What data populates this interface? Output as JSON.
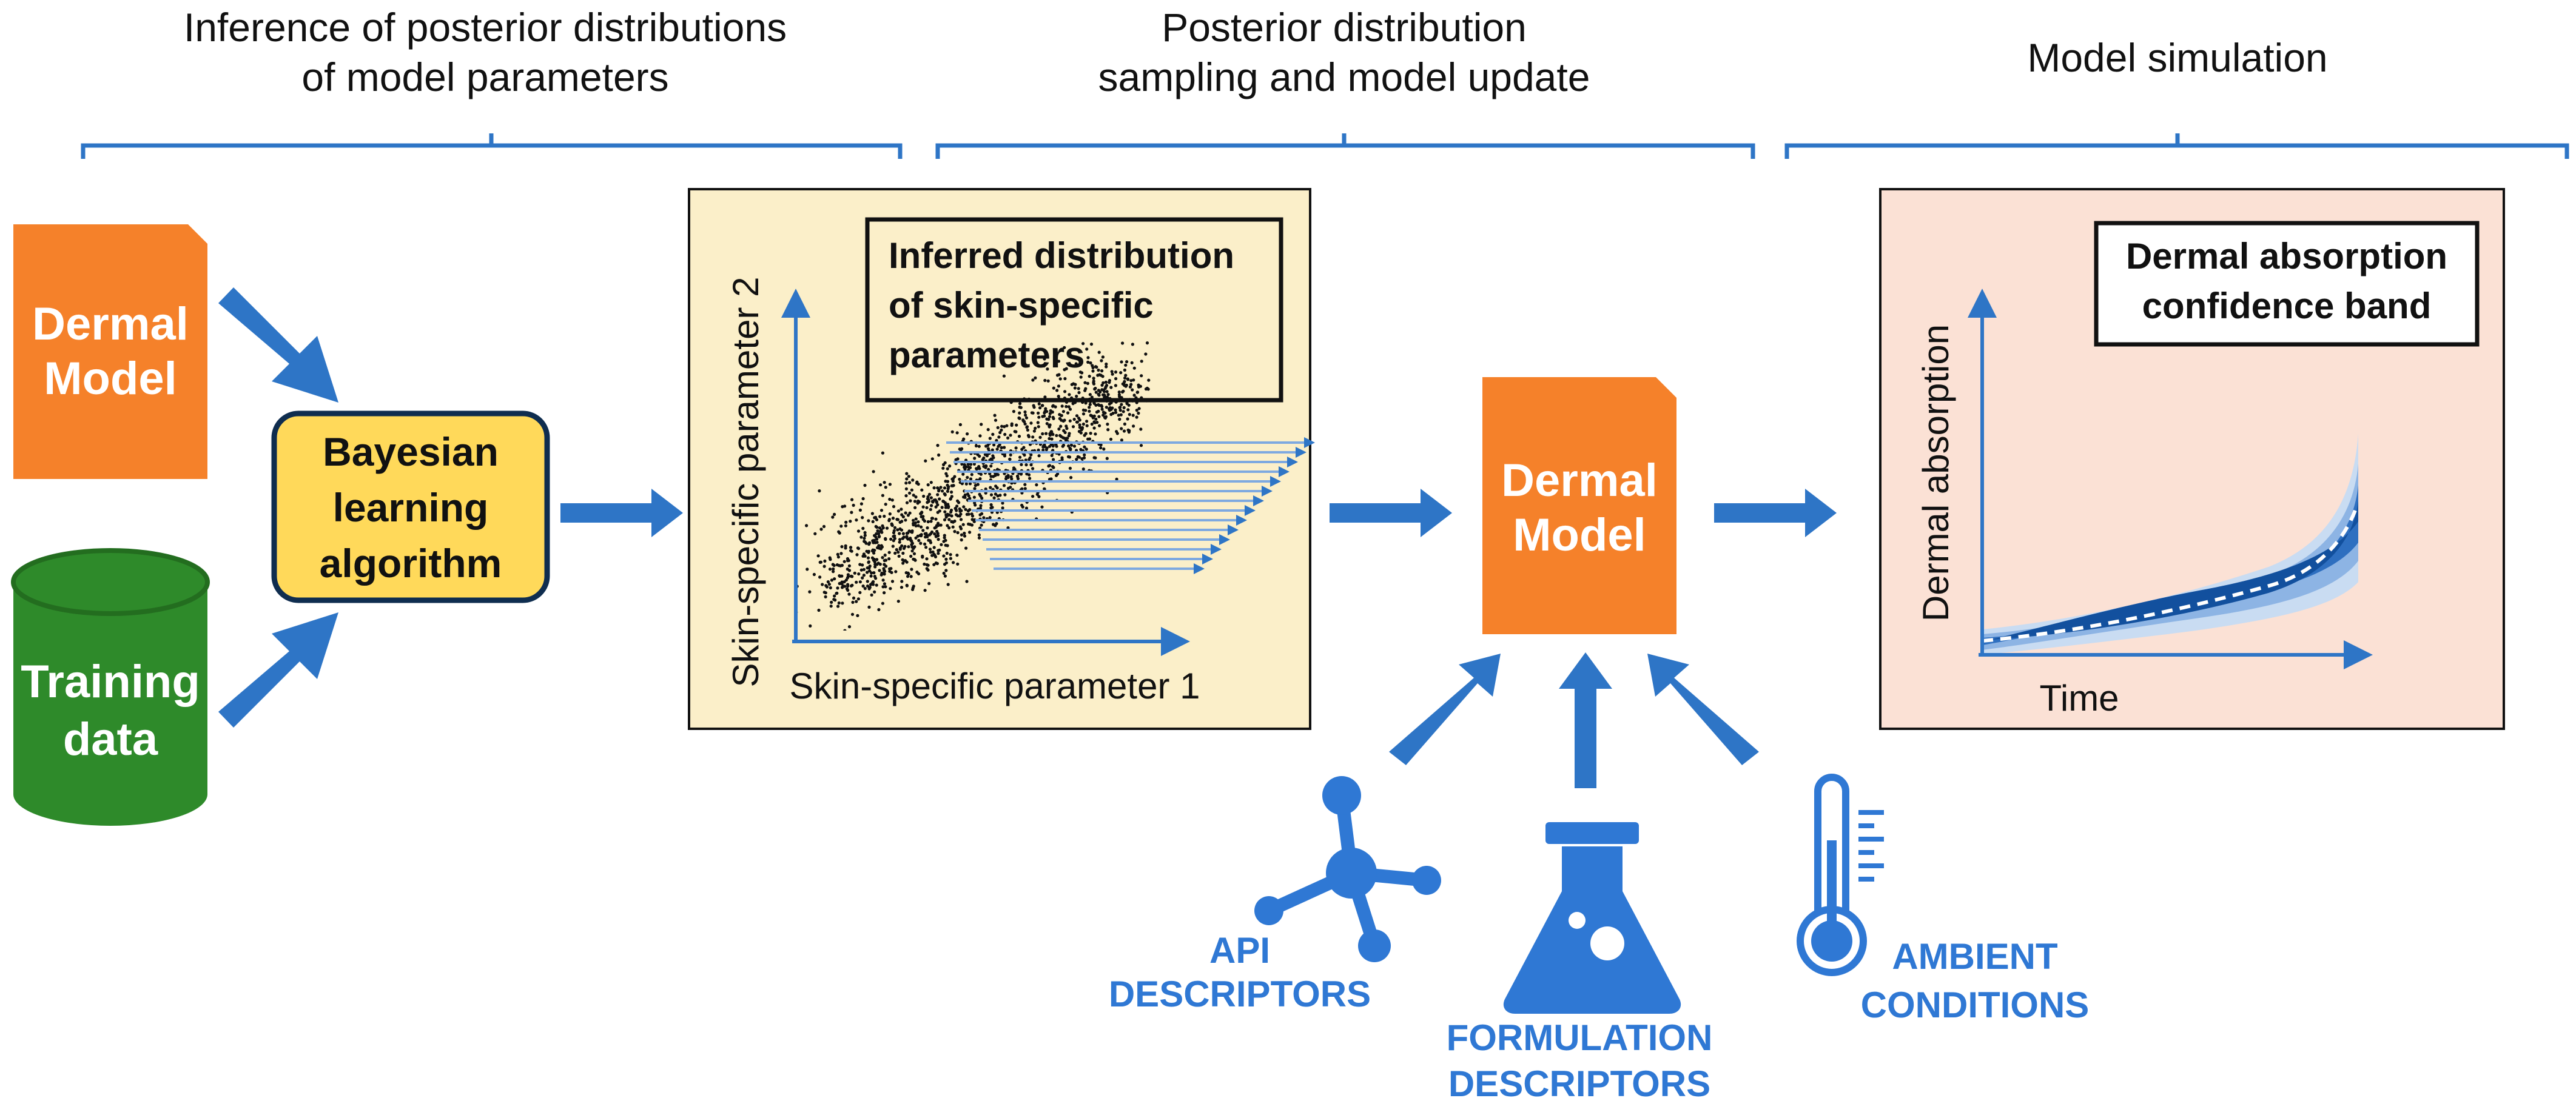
{
  "headers": {
    "stage1": [
      "Inference of posterior distributions",
      "of model parameters"
    ],
    "stage2": [
      "Posterior distribution",
      "sampling and model update"
    ],
    "stage3": [
      "Model simulation"
    ]
  },
  "inputs": {
    "dermal_model": [
      "Dermal",
      "Model"
    ],
    "training_data": [
      "Training",
      "data"
    ]
  },
  "algorithm": [
    "Bayesian",
    "learning",
    "algorithm"
  ],
  "inferred_panel": {
    "title": [
      "Inferred distribution",
      "of skin-specific",
      "parameters"
    ],
    "xlabel": "Skin-specific parameter 1",
    "ylabel": "Skin-specific parameter 2"
  },
  "dermal_model_center": [
    "Dermal",
    "Model"
  ],
  "descriptors": {
    "api": [
      "API",
      "DESCRIPTORS"
    ],
    "formulation": [
      "FORMULATION",
      "DESCRIPTORS"
    ],
    "ambient": [
      "AMBIENT",
      "CONDITIONS"
    ]
  },
  "absorption_panel": {
    "title": [
      "Dermal absorption",
      "confidence band"
    ],
    "xlabel": "Time",
    "ylabel": "Dermal  absorption"
  },
  "colors": {
    "arrow_blue": "#2e75c6",
    "icon_blue": "#2f78d4",
    "orange": "#f5812a",
    "green": "#2e8a2a",
    "yellow": "#ffd95a",
    "panel_yellow": "#fbefc9",
    "panel_pink": "#fbe1d5",
    "band_light": "#c9dcf2",
    "band_mid": "#8db4e4",
    "band_dark": "#2e6fc0",
    "band_core": "#12509e"
  }
}
